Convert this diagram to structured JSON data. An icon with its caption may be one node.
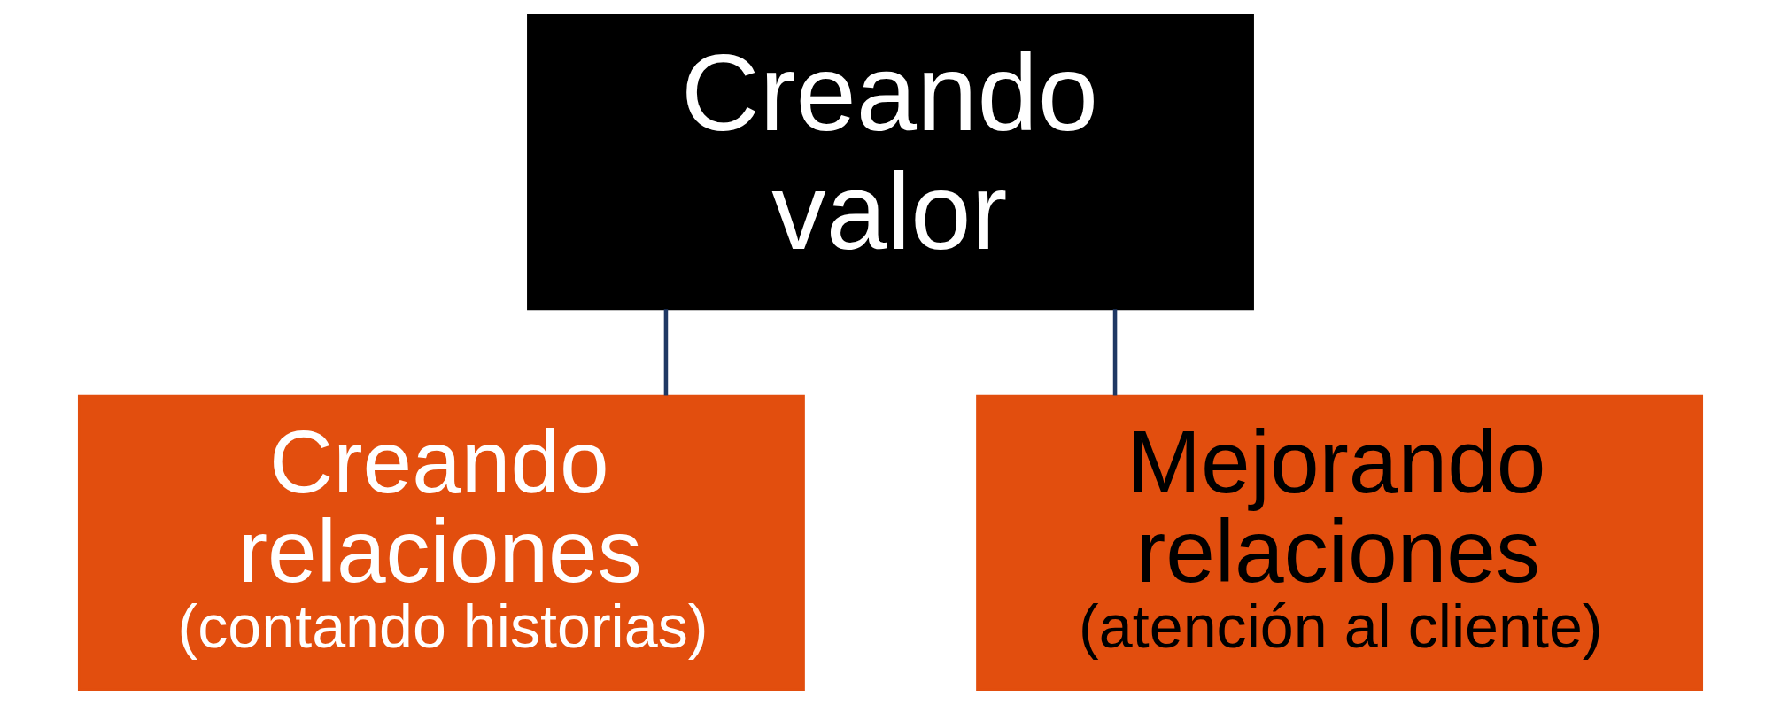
{
  "diagram": {
    "nodes": [
      {
        "text": [
          "Creando valor"
        ]
      },
      {
        "text": [
          "Creando relaciones",
          "(contando historias)"
        ]
      },
      {
        "text": [
          "Mejorando relaciones",
          "(atención al cliente)"
        ]
      }
    ],
    "edges": [
      {
        "from": 0,
        "to": 1,
        "arrow": "none"
      },
      {
        "from": 0,
        "to": 2,
        "arrow": "none"
      }
    ]
  }
}
